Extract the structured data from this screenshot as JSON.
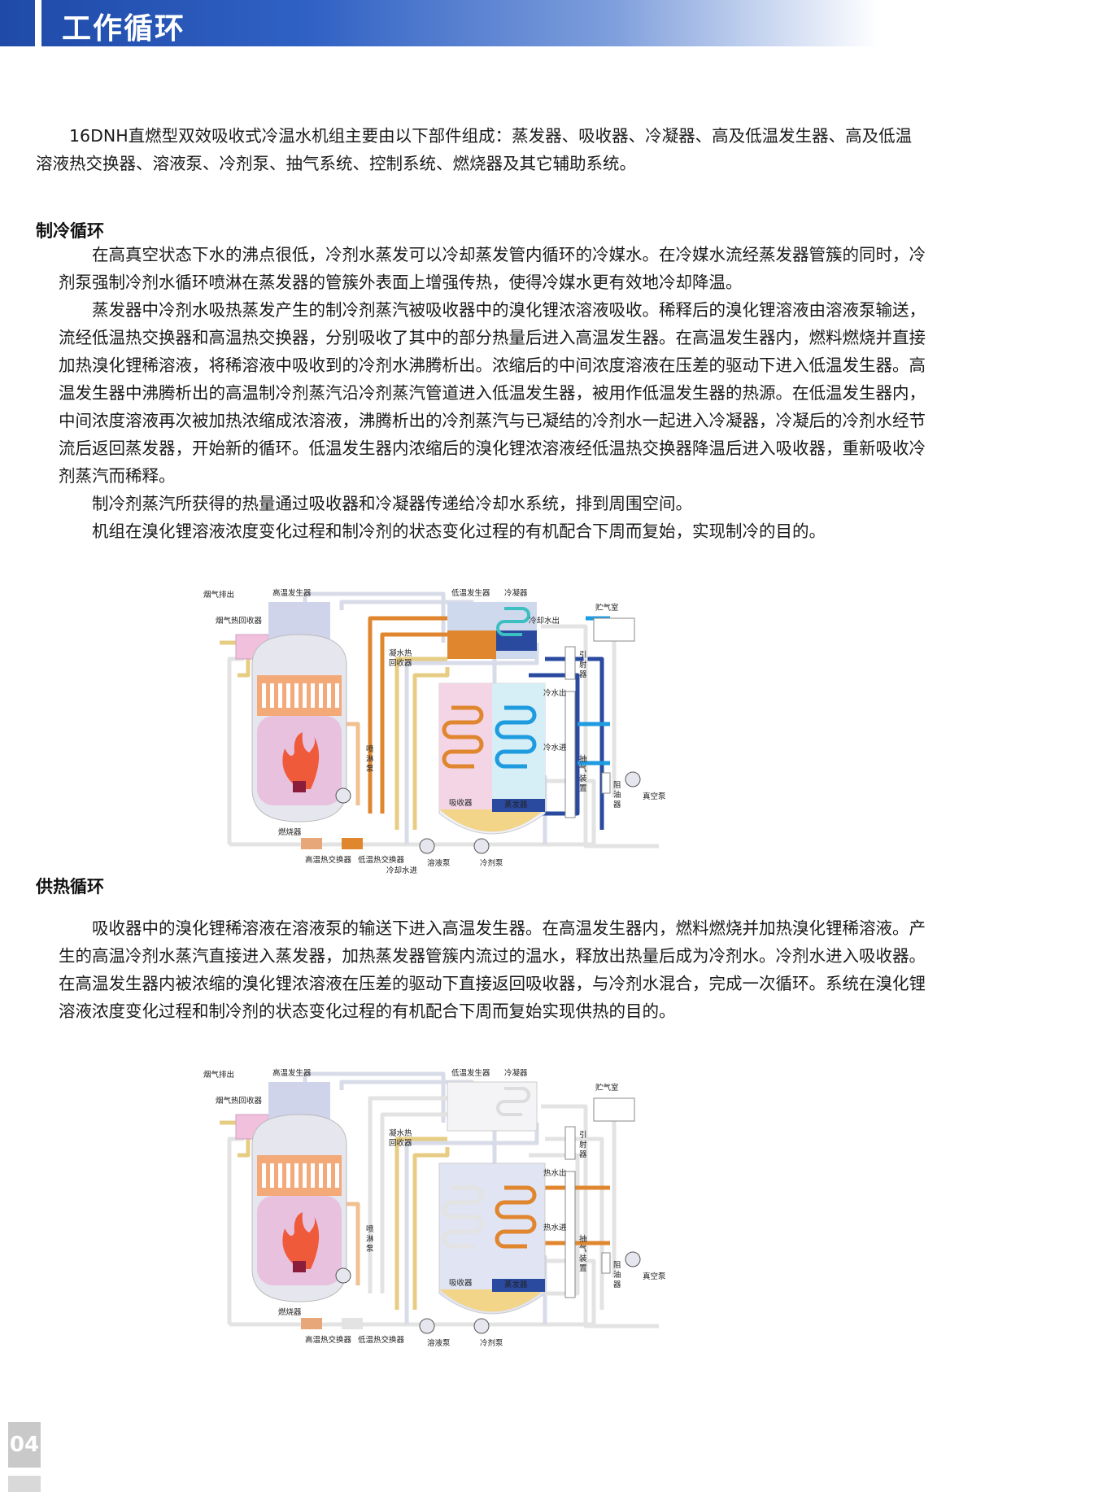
{
  "header": {
    "title": "工作循环"
  },
  "intro": "16DNH直燃型双效吸收式冷温水机组主要由以下部件组成：蒸发器、吸收器、冷凝器、高及低温发生器、高及低温溶液热交换器、溶液泵、冷剂泵、抽气系统、控制系统、燃烧器及其它辅助系统。",
  "cooling": {
    "heading": "制冷循环",
    "paragraphs": [
      "在高真空状态下水的沸点很低，冷剂水蒸发可以冷却蒸发管内循环的冷媒水。在冷媒水流经蒸发器管簇的同时，冷剂泵强制冷剂水循环喷淋在蒸发器的管簇外表面上增强传热，使得冷媒水更有效地冷却降温。",
      "蒸发器中冷剂水吸热蒸发产生的制冷剂蒸汽被吸收器中的溴化锂浓溶液吸收。稀释后的溴化锂溶液由溶液泵输送，流经低温热交换器和高温热交换器，分别吸收了其中的部分热量后进入高温发生器。在高温发生器内，燃料燃烧并直接加热溴化锂稀溶液，将稀溶液中吸收到的冷剂水沸腾析出。浓缩后的中间浓度溶液在压差的驱动下进入低温发生器。高温发生器中沸腾析出的高温制冷剂蒸汽沿冷剂蒸汽管道进入低温发生器，被用作低温发生器的热源。在低温发生器内，中间浓度溶液再次被加热浓缩成浓溶液，沸腾析出的冷剂蒸汽与已凝结的冷剂水一起进入冷凝器，冷凝后的冷剂水经节流后返回蒸发器，开始新的循环。低温发生器内浓缩后的溴化锂浓溶液经低温热交换器降温后进入吸收器，重新吸收冷剂蒸汽而稀释。",
      "制冷剂蒸汽所获得的热量通过吸收器和冷凝器传递给冷却水系统，排到周围空间。",
      "机组在溴化锂溶液浓度变化过程和制冷剂的状态变化过程的有机配合下周而复始，实现制冷的目的。"
    ]
  },
  "heating": {
    "heading": "供热循环",
    "paragraphs": [
      "吸收器中的溴化锂稀溶液在溶液泵的输送下进入高温发生器。在高温发生器内，燃料燃烧并加热溴化锂稀溶液。产生的高温冷剂水蒸汽直接进入蒸发器，加热蒸发器管簇内流过的温水，释放出热量后成为冷剂水。冷剂水进入吸收器。在高温发生器内被浓缩的溴化锂浓溶液在压差的驱动下直接返回吸收器，与冷剂水混合，完成一次循环。系统在溴化锂溶液浓度变化过程和制冷剂的状态变化过程的有机配合下周而复始实现供热的目的。"
    ]
  },
  "diagram_cooling": {
    "labels": {
      "flue_exhaust": "烟气排出",
      "hp_generator": "高温发生器",
      "flue_heat_recovery": "烟气热回收器",
      "lp_generator": "低温发生器",
      "condenser": "冷凝器",
      "cooling_water_out": "冷却水出",
      "gas_reservoir": "贮气室",
      "condensate_recovery_1": "凝水热",
      "condensate_recovery_2": "回收器",
      "ejector_1": "引",
      "ejector_2": "射",
      "ejector_3": "器",
      "chilled_water_out": "冷水出",
      "chilled_water_in": "冷水进",
      "spray_pump_1": "喷",
      "spray_pump_2": "淋",
      "spray_pump_3": "泵",
      "purge_1": "抽",
      "purge_2": "气",
      "purge_3": "装",
      "purge_4": "置",
      "absorber": "吸收器",
      "evaporator": "蒸发器",
      "trap_1": "阻",
      "trap_2": "油",
      "trap_3": "器",
      "vacuum_pump": "真空泵",
      "burner": "燃烧器",
      "hp_hx": "高温热交换器",
      "lp_hx": "低温热交换器",
      "cooling_water_in": "冷却水进",
      "solution_pump": "溶液泵",
      "refrigerant_pump": "冷剂泵"
    }
  },
  "diagram_heating": {
    "labels": {
      "flue_exhaust": "烟气排出",
      "hp_generator": "高温发生器",
      "flue_heat_recovery": "烟气热回收器",
      "lp_generator": "低温发生器",
      "condenser": "冷凝器",
      "gas_reservoir": "贮气室",
      "condensate_recovery_1": "凝水热",
      "condensate_recovery_2": "回收器",
      "ejector_1": "引",
      "ejector_2": "射",
      "ejector_3": "器",
      "hot_water_out": "热水出",
      "hot_water_in": "热水进",
      "spray_pump_1": "喷",
      "spray_pump_2": "淋",
      "spray_pump_3": "泵",
      "purge_1": "抽",
      "purge_2": "气",
      "purge_3": "装",
      "purge_4": "置",
      "absorber": "吸收器",
      "evaporator": "蒸发器",
      "trap_1": "阻",
      "trap_2": "油",
      "trap_3": "器",
      "vacuum_pump": "真空泵",
      "burner": "燃烧器",
      "hp_hx": "高温热交换器",
      "lp_hx": "低温热交换器",
      "solution_pump": "溶液泵",
      "refrigerant_pump": "冷剂泵"
    }
  },
  "page_number": "04"
}
